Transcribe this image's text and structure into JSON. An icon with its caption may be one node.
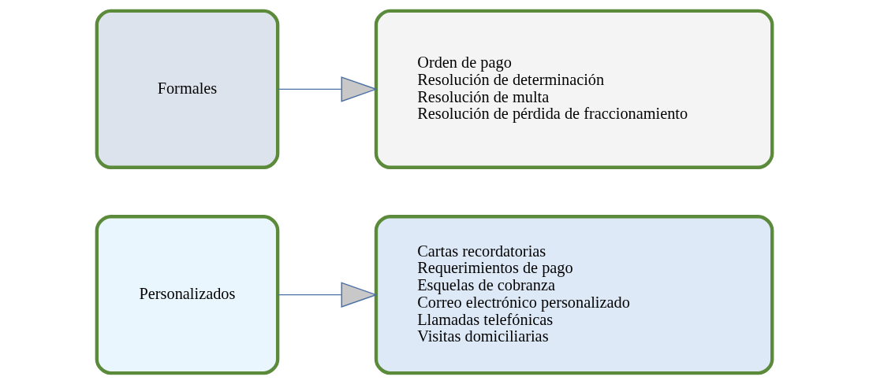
{
  "diagram": {
    "nodes": [
      {
        "text": [
          "Personalizados"
        ]
      },
      {
        "text": [
          "Cartas recordatorias",
          "Requerimientos de pago",
          "Esquelas de cobranza",
          "Correo electrónico personalizado",
          "Llamadas telefónicas",
          "Visitas domiciliarias"
        ]
      },
      {
        "text": [
          "Formales"
        ]
      },
      {
        "text": [
          "Orden de pago",
          "Resolución de determinación",
          "Resolución de multa",
          "Resolución de pérdida de fraccionamiento"
        ]
      }
    ],
    "edges": [
      {
        "from": 0,
        "to": 1,
        "arrow": "to"
      },
      {
        "from": 2,
        "to": 3,
        "arrow": "to"
      }
    ]
  }
}
